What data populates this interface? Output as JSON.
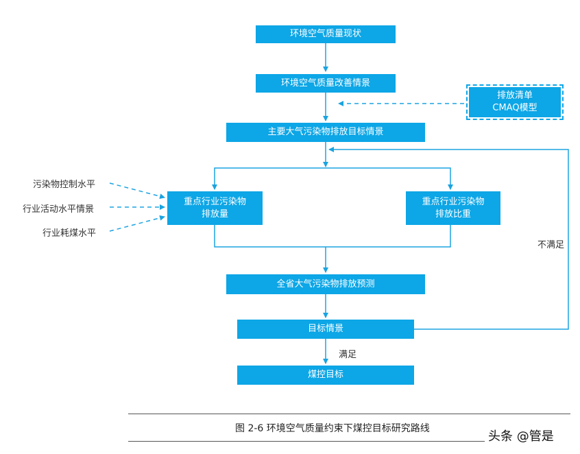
{
  "nodes": {
    "status": "环境空气质量现状",
    "improve": "环境空气质量改善情景",
    "inventory_line1": "排放清单",
    "inventory_line2": "CMAQ模型",
    "major": "主要大气污染物排放目标情景",
    "key_volume_line1": "重点行业污染物",
    "key_volume_line2": "排放量",
    "key_share_line1": "重点行业污染物",
    "key_share_line2": "排放比重",
    "forecast": "全省大气污染物排放预测",
    "target": "目标情景",
    "coal": "煤控目标"
  },
  "inputs": {
    "pollution_control": "污染物控制水平",
    "industry_activity": "行业活动水平情景",
    "industry_coal": "行业耗煤水平"
  },
  "edge_labels": {
    "not_satisfied": "不满足",
    "satisfied": "满足"
  },
  "caption": "图 2-6  环境空气质量约束下煤控目标研究路线",
  "watermark": "头条 @管是",
  "colors": {
    "box": "#0da6e6",
    "line": "#1aa3e0"
  }
}
